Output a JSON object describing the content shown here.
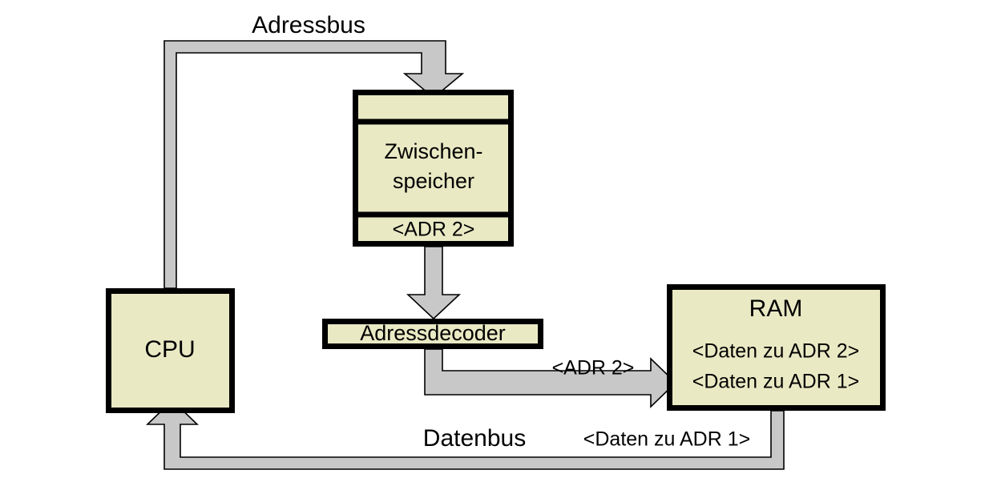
{
  "diagram": {
    "title": "Speicherzugriff CPU RAM Adressbus Datenbus",
    "colors": {
      "box_fill": "#e9e9c4",
      "box_border": "#000000",
      "bus_fill": "#c8c8c8",
      "bus_border": "#000000",
      "background": "#ffffff",
      "text": "#000000"
    },
    "nodes": {
      "cpu": {
        "label": "CPU"
      },
      "zwischenspeicher": {
        "slot_top": "",
        "label_line1": "Zwischen-",
        "label_line2": "speicher",
        "slot_bottom": "<ADR 2>"
      },
      "adressdecoder": {
        "label": "Adressdecoder"
      },
      "ram": {
        "title": "RAM",
        "row1": "<Daten zu ADR 2>",
        "row2": "<Daten zu ADR 1>"
      }
    },
    "buses": {
      "adressbus": {
        "label": "Adressbus"
      },
      "datenbus": {
        "label": "Datenbus",
        "payload": "<Daten zu ADR 1>"
      },
      "decoder_to_ram": {
        "label": "<ADR 2>"
      }
    }
  }
}
